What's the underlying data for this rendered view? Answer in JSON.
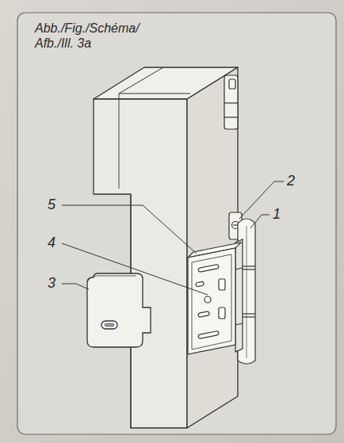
{
  "diagram": {
    "title": "Abb./Fig./Schéma/ Afb./Ill. 3a",
    "labels": [
      "2",
      "1",
      "5",
      "4",
      "3"
    ]
  }
}
